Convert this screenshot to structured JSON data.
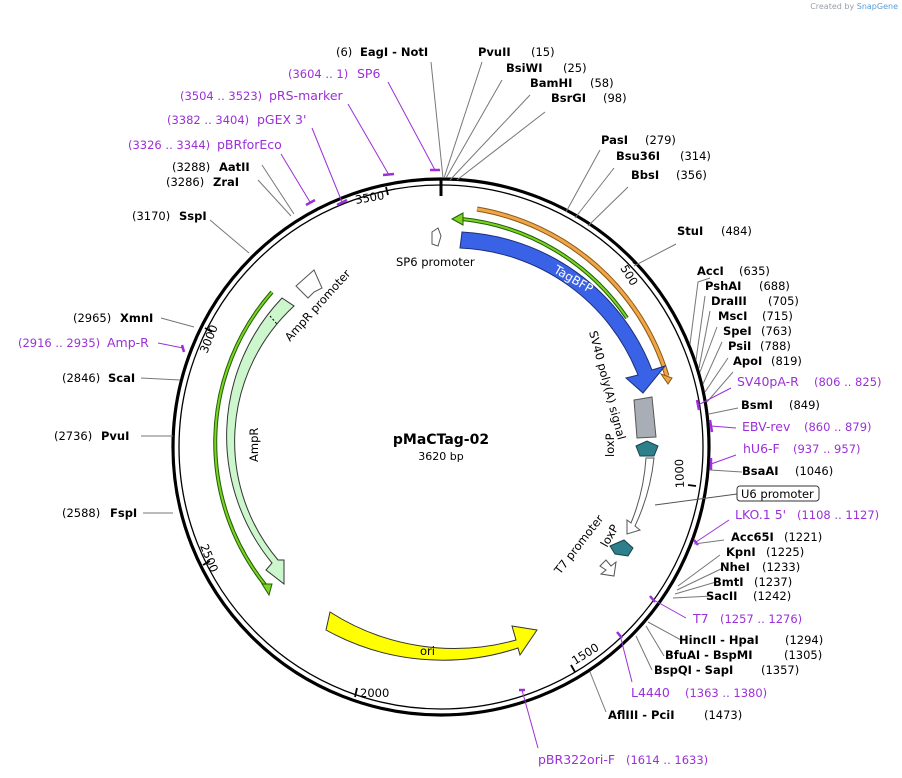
{
  "credit": {
    "prefix": "Created by",
    "brand": "SnapGene"
  },
  "plasmid": {
    "name": "pMaCTag-02",
    "size_label": "3620 bp",
    "length": 3620
  },
  "ticks": [
    "500",
    "1000",
    "1500",
    "2000",
    "2500",
    "3000",
    "3500"
  ],
  "sites": [
    {
      "name": "EagI - NotI",
      "pos": "(6)"
    },
    {
      "name": "PvuII",
      "pos": "(15)"
    },
    {
      "name": "BsiWI",
      "pos": "(25)"
    },
    {
      "name": "BamHI",
      "pos": "(58)"
    },
    {
      "name": "BsrGI",
      "pos": "(98)"
    },
    {
      "name": "PasI",
      "pos": "(279)"
    },
    {
      "name": "Bsu36I",
      "pos": "(314)"
    },
    {
      "name": "BbsI",
      "pos": "(356)"
    },
    {
      "name": "StuI",
      "pos": "(484)"
    },
    {
      "name": "AccI",
      "pos": "(635)"
    },
    {
      "name": "PshAI",
      "pos": "(688)"
    },
    {
      "name": "DraIII",
      "pos": "(705)"
    },
    {
      "name": "MscI",
      "pos": "(715)"
    },
    {
      "name": "SpeI",
      "pos": "(763)"
    },
    {
      "name": "PsiI",
      "pos": "(788)"
    },
    {
      "name": "ApoI",
      "pos": "(819)"
    },
    {
      "name": "BsmI",
      "pos": "(849)"
    },
    {
      "name": "BsaAI",
      "pos": "(1046)"
    },
    {
      "name": "Acc65I",
      "pos": "(1221)"
    },
    {
      "name": "KpnI",
      "pos": "(1225)"
    },
    {
      "name": "NheI",
      "pos": "(1233)"
    },
    {
      "name": "BmtI",
      "pos": "(1237)"
    },
    {
      "name": "SacII",
      "pos": "(1242)"
    },
    {
      "name": "HincII - HpaI",
      "pos": "(1294)"
    },
    {
      "name": "BfuAI - BspMI",
      "pos": "(1305)"
    },
    {
      "name": "BspQI - SapI",
      "pos": "(1357)"
    },
    {
      "name": "AflIII - PciI",
      "pos": "(1473)"
    },
    {
      "name": "FspI",
      "pos": "(2588)"
    },
    {
      "name": "PvuI",
      "pos": "(2736)"
    },
    {
      "name": "ScaI",
      "pos": "(2846)"
    },
    {
      "name": "XmnI",
      "pos": "(2965)"
    },
    {
      "name": "SspI",
      "pos": "(3170)"
    },
    {
      "name": "ZraI",
      "pos": "(3286)"
    },
    {
      "name": "AatII",
      "pos": "(3288)"
    }
  ],
  "primers": [
    {
      "name": "SP6",
      "range": "(3604 .. 1)"
    },
    {
      "name": "pRS-marker",
      "range": "(3504 .. 3523)"
    },
    {
      "name": "pGEX 3'",
      "range": "(3382 .. 3404)"
    },
    {
      "name": "pBRforEco",
      "range": "(3326 .. 3344)"
    },
    {
      "name": "Amp-R",
      "range": "(2916 .. 2935)"
    },
    {
      "name": "SV40pA-R",
      "range": "(806 .. 825)"
    },
    {
      "name": "EBV-rev",
      "range": "(860 .. 879)"
    },
    {
      "name": "hU6-F",
      "range": "(937 .. 957)"
    },
    {
      "name": "LKO.1 5'",
      "range": "(1108 .. 1127)"
    },
    {
      "name": "T7",
      "range": "(1257 .. 1276)"
    },
    {
      "name": "L4440",
      "range": "(1363 .. 1380)"
    },
    {
      "name": "pBR322ori-F",
      "range": "(1614 .. 1633)"
    }
  ],
  "features": {
    "tagbfp": "TagBFP",
    "sv40": "SV40 poly(A) signal",
    "loxp1": "loxP",
    "loxp2": "loxP",
    "sp6_promoter": "SP6 promoter",
    "ampr_promoter": "AmpR promoter",
    "ampr": "AmpR",
    "ori": "ori",
    "t7_promoter": "T7 promoter",
    "u6_promoter": "U6 promoter"
  },
  "colors": {
    "tagbfp": "#3a62e6",
    "sv40": "#a9adb5",
    "loxp": "#2e7f8c",
    "ampr": "#ccf7cc",
    "ori": "#ffff00",
    "primer": "#9b30d9",
    "green_arrow": "#2f8f12",
    "orange_arrow": "#f1a54a"
  }
}
